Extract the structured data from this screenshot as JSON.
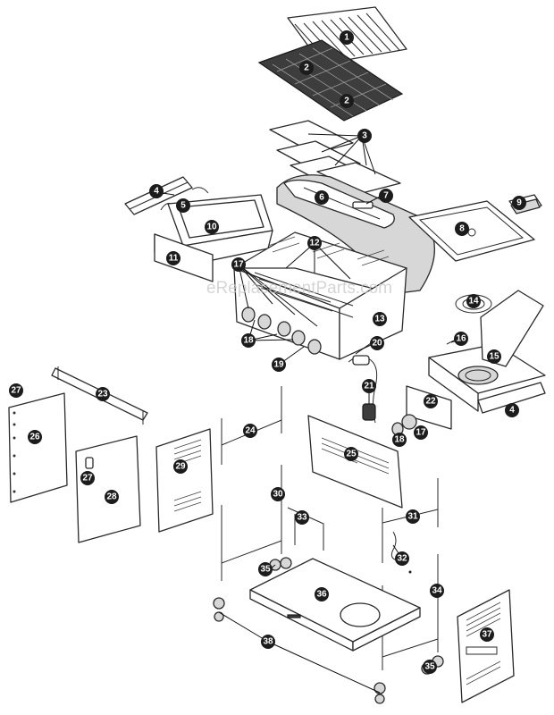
{
  "watermark": "eReplacementParts.com",
  "callouts": [
    "1",
    "2",
    "2",
    "3",
    "4",
    "5",
    "6",
    "7",
    "8",
    "9",
    "10",
    "11",
    "12",
    "13",
    "14",
    "15",
    "16",
    "17",
    "17",
    "18",
    "18",
    "19",
    "20",
    "21",
    "22",
    "23",
    "24",
    "25",
    "26",
    "27",
    "27",
    "28",
    "29",
    "30",
    "31",
    "32",
    "33",
    "34",
    "35",
    "35",
    "36",
    "37",
    "38",
    "4"
  ]
}
